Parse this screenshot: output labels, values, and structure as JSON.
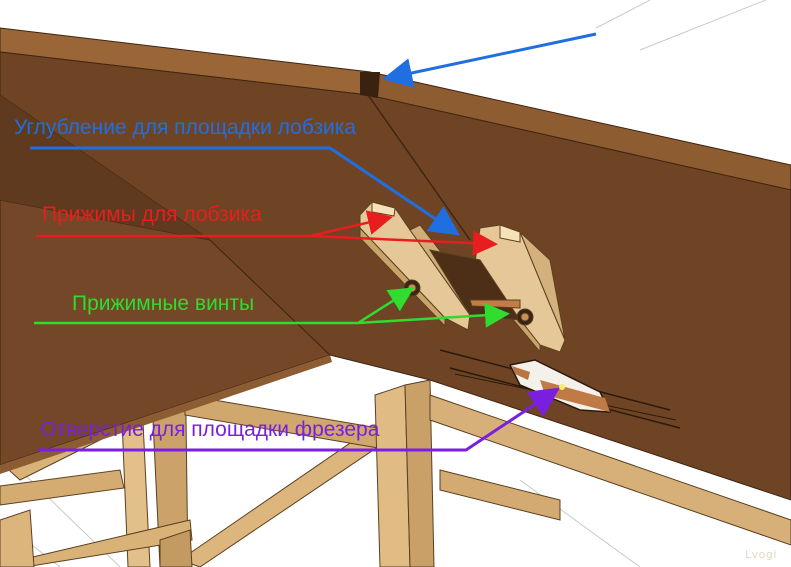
{
  "labels": {
    "groove": "Углубление для площадки лобзика",
    "clamps": "Прижимы для лобзика",
    "screws": "Прижимные винты",
    "hole": "Отверстие для площадки фрезера"
  },
  "watermark": "Lvogi",
  "colors": {
    "groove_label": "#1f6fe0",
    "clamps_label": "#e81e1e",
    "screws_label": "#2fdc2f",
    "hole_label": "#7a1fe0",
    "tabletop": "#6e4425",
    "tabletop_edge": "#8a5a30",
    "wood_light": "#e6c898",
    "frame": "#d9b277"
  }
}
